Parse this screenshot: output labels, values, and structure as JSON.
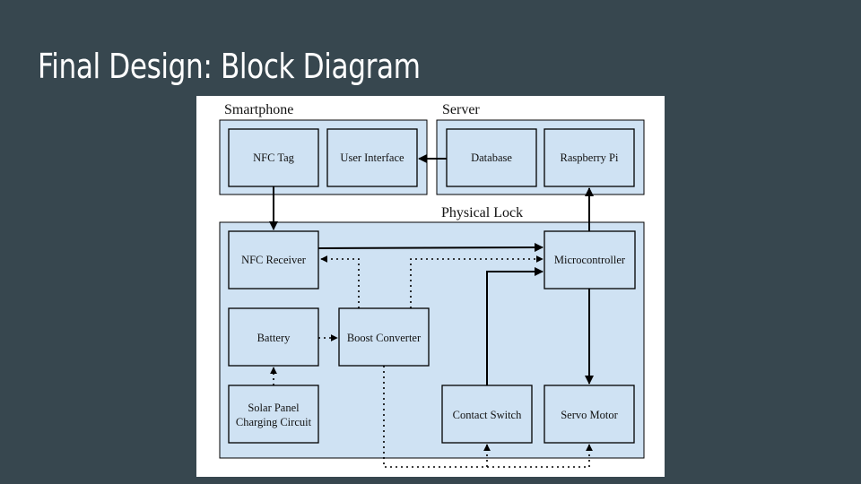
{
  "title": "Final Design: Block Diagram",
  "groups": {
    "smartphone": "Smartphone",
    "server": "Server",
    "physical_lock": "Physical Lock"
  },
  "blocks": {
    "nfc_tag": "NFC Tag",
    "user_interface": "User Interface",
    "database": "Database",
    "raspberry_pi": "Raspberry Pi",
    "nfc_receiver": "NFC Receiver",
    "microcontroller": "Microcontroller",
    "battery": "Battery",
    "boost_converter": "Boost Converter",
    "solar_panel_line1": "Solar Panel",
    "solar_panel_line2": "Charging Circuit",
    "contact_switch": "Contact Switch",
    "servo_motor": "Servo Motor"
  },
  "colors": {
    "background": "#37474f",
    "block_fill": "#cfe2f3"
  }
}
